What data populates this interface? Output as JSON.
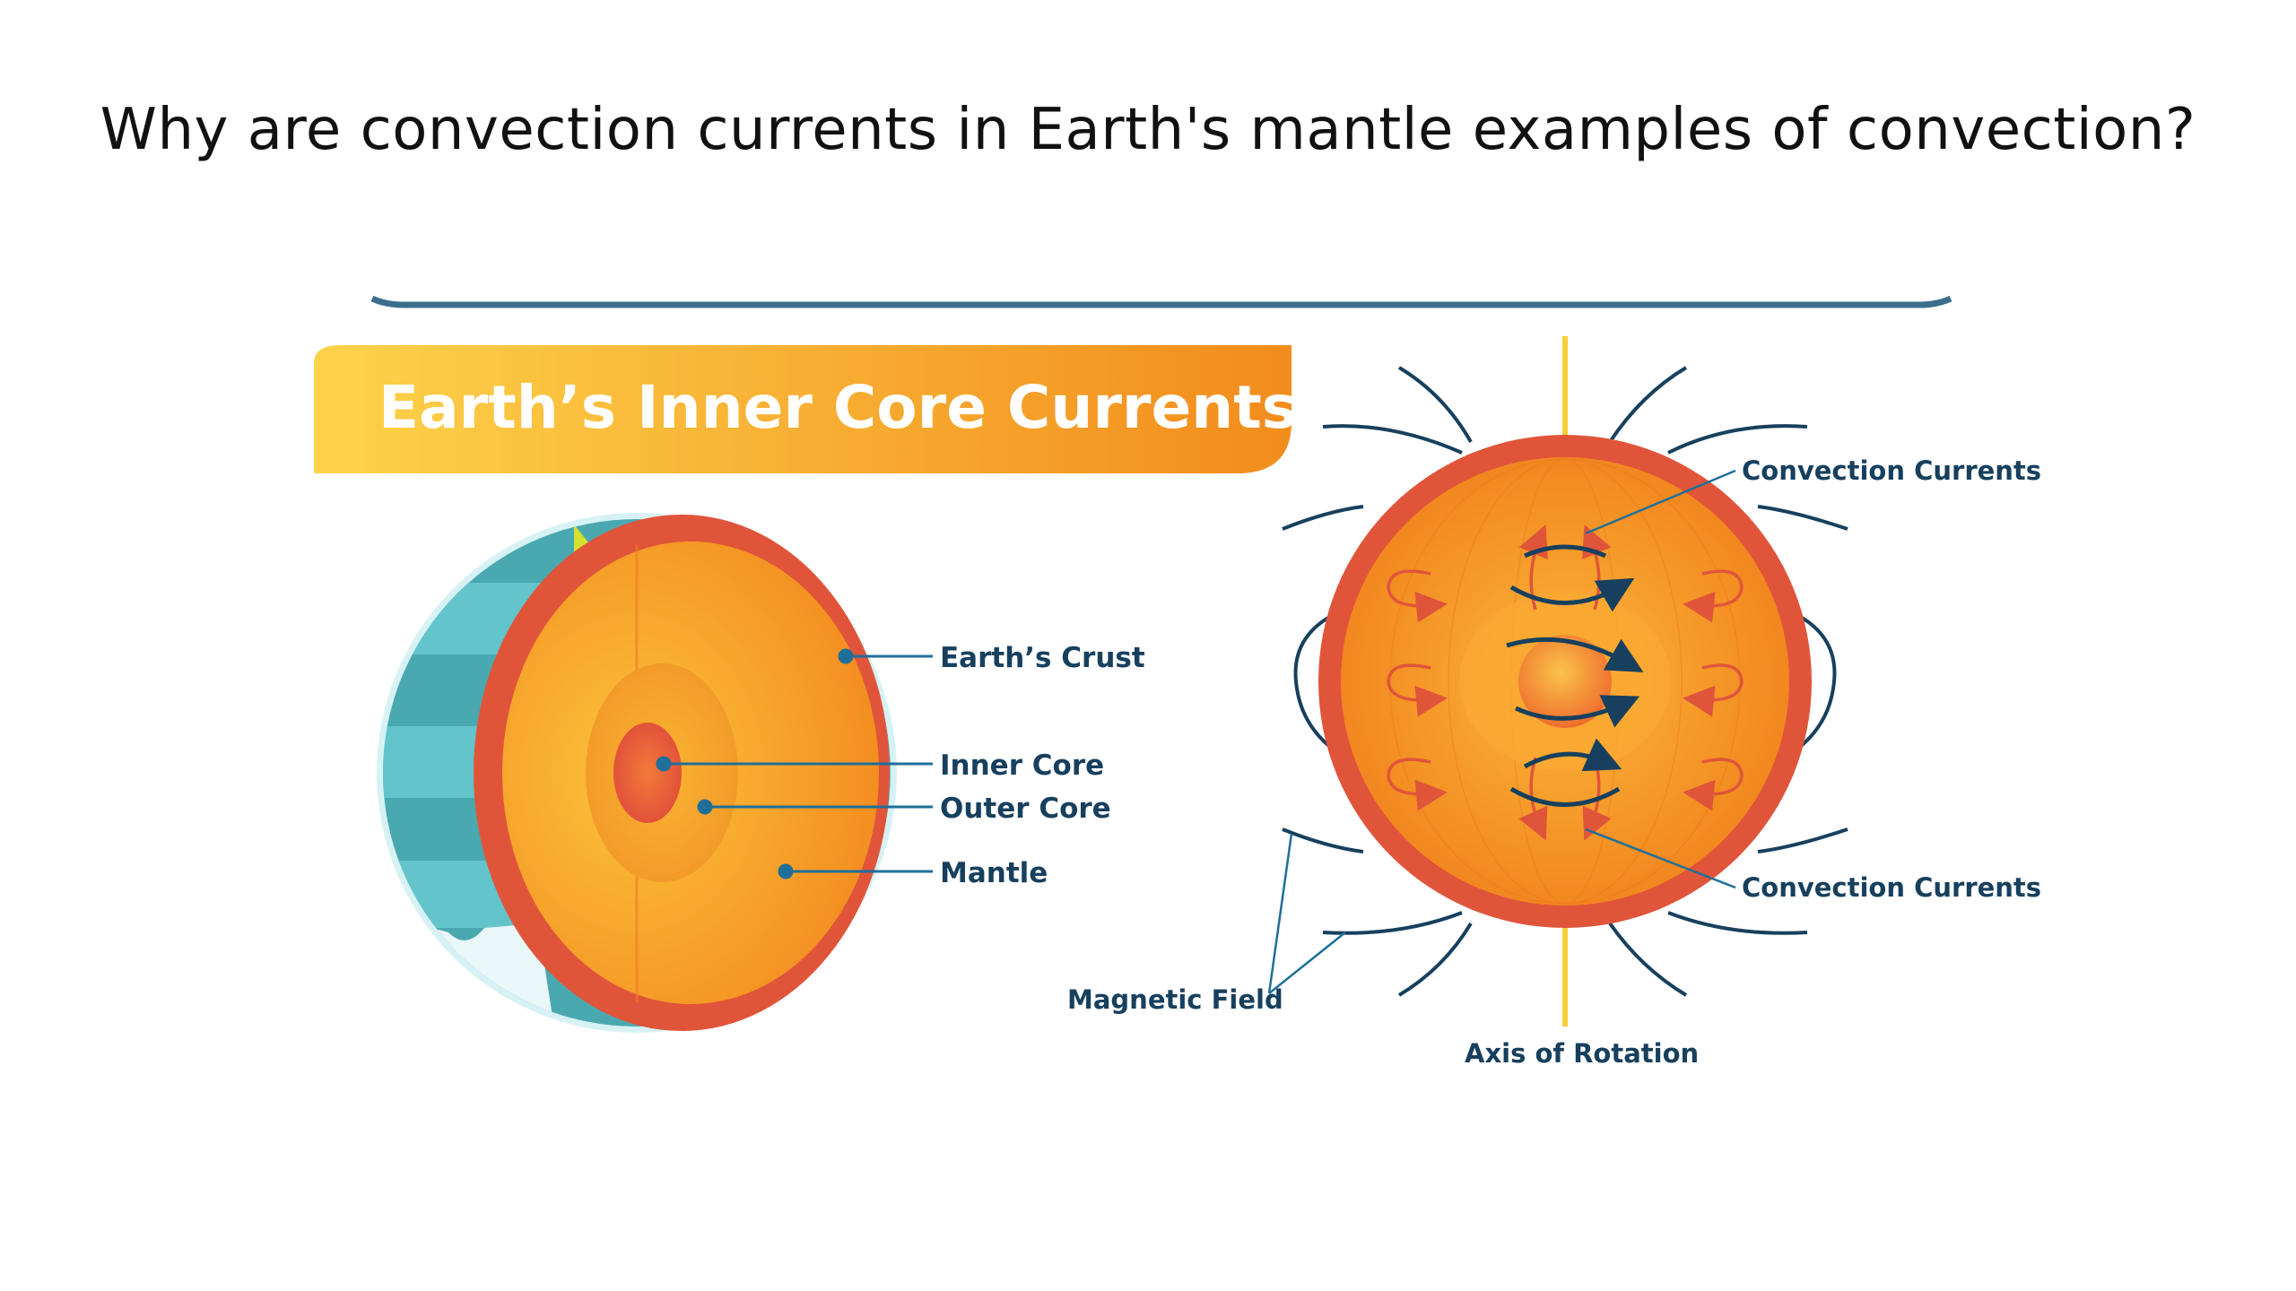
{
  "question": "Why are convection currents in Earth's mantle examples of convection?",
  "diagram": {
    "title": "Earth’s Inner Core Currents",
    "left_labels": {
      "crust": "Earth’s Crust",
      "inner_core": "Inner Core",
      "outer_core": "Outer Core",
      "mantle": "Mantle"
    },
    "right_labels": {
      "convection_top": "Convection Currents",
      "convection_bottom": "Convection Currents",
      "magnetic_field": "Magnetic Field",
      "axis": "Axis of Rotation"
    }
  },
  "colors": {
    "rule": "#3b6e8c",
    "label_text": "#17405e",
    "crust_red": "#e0553a",
    "mantle_orange": "#f7a128",
    "core_yellow": "#f9c23c",
    "ocean_teal": "#4aa8b0",
    "land_yellow": "#d4e02e",
    "axis_yellow": "#f6cf3a"
  }
}
